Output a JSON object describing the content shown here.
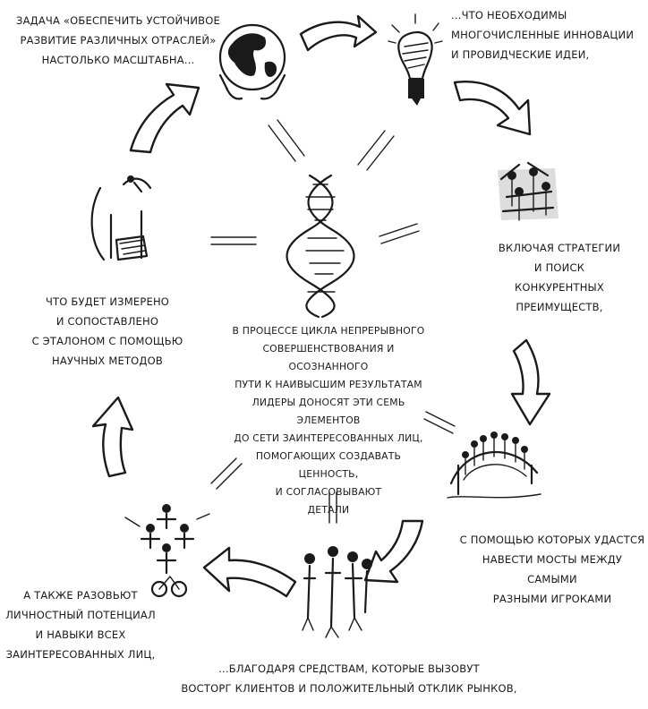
{
  "texts": {
    "task": "Задача «обеспечить устойчивое\nразвитие различных отраслей»\nнастолько масштабна...",
    "innovations": "...что необходимы\nмногочисленные инновации\nи провидческие идеи,",
    "strategies": "включая стратегии\nи поиск\nконкурентных\nпреимуществ,",
    "bridges": "с помощью которых удастся\nнавести мосты между самыми\nразными игроками",
    "means": "...благодаря средствам, которые вызовут\nвосторг клиентов и положительный отклик рынков,",
    "potential": "а также разовьют\nличностный потенциал\nи навыки всех\nзаинтересованных лиц,",
    "measured": "что будет измерено\nи сопоставлено\nс эталоном с помощью\nнаучных методов",
    "center": "в процессе цикла непрерывного\nсовершенствования и осознанного\nпути к наивысшим результатам\nлидеры доносят эти семь элементов\nдо сети заинтересованных лиц,\nпомогающих создавать ценность,\nи согласовывают\nдетали"
  },
  "icons": [
    "globe-hands-icon",
    "lightbulb-icon",
    "strategy-crowd-icon",
    "bridge-icon",
    "people-group-icon",
    "human-tower-icon",
    "scale-measure-icon",
    "dna-helix-icon"
  ]
}
